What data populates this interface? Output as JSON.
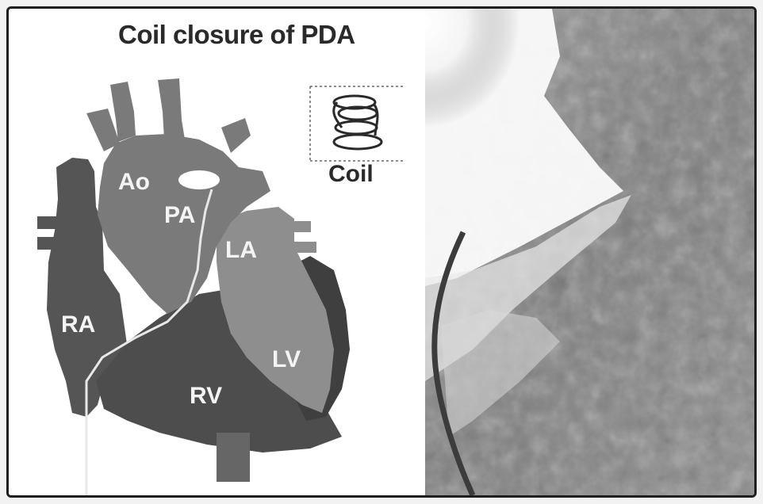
{
  "title": "Coil closure of PDA",
  "labels": {
    "ao": "Ao",
    "pa": "PA",
    "la": "LA",
    "ra": "RA",
    "rv": "RV",
    "lv": "LV",
    "coil": "Coil"
  },
  "colors": {
    "dark_chamber": "#505050",
    "mid_vessel": "#7a7a7a",
    "left_heart": "#8e8e8e",
    "catheter": "#e8e8e8"
  }
}
